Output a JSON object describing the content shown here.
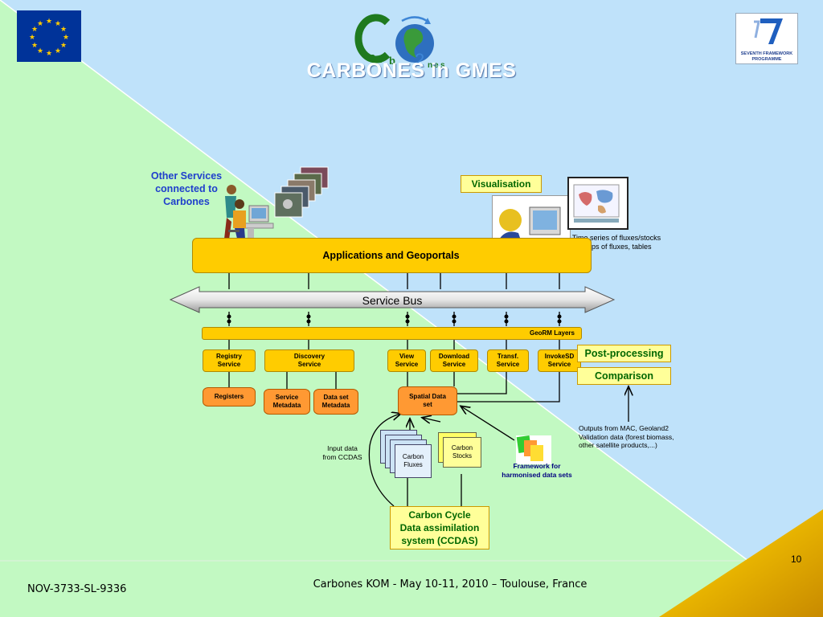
{
  "slide": {
    "title": "CARBONES in GMES",
    "page_number": "10",
    "footer_left": "NOV-3733-SL-9336",
    "footer_center": "Carbones KOM  - May 10-11, 2010 – Toulouse, France"
  },
  "logos": {
    "eu_flag": "eu-flag-icon",
    "carbones": {
      "letters": [
        "a",
        "r",
        "b",
        "2",
        "n",
        "e",
        "s"
      ]
    },
    "fp7": {
      "line1": "SEVENTH FRAMEWORK",
      "line2": "PROGRAMME"
    }
  },
  "diagram": {
    "other_services": "Other Services connected to Carbones",
    "visualisation": "Visualisation",
    "vis_note_1": "Time series of fluxes/stocks",
    "vis_note_2": "Maps of fluxes, tables",
    "applications": "Applications and Geoportals",
    "service_bus": "Service Bus",
    "georm": "GeoRM Layers",
    "services": {
      "registry": [
        "Registry",
        "Service"
      ],
      "discovery": [
        "Discovery",
        "Service"
      ],
      "view": [
        "View",
        "Service"
      ],
      "download": [
        "Download",
        "Service"
      ],
      "transf": [
        "Transf.",
        "Service"
      ],
      "invoke": [
        "InvokeSD",
        "Service"
      ]
    },
    "post_processing": "Post-processing",
    "comparison": "Comparison",
    "stores": {
      "registers": "Registers",
      "service_metadata": [
        "Service",
        "Metadata"
      ],
      "dataset_metadata": [
        "Data set",
        "Metadata"
      ],
      "spatial": [
        "Spatial Data",
        "set"
      ]
    },
    "outputs_note": [
      "Outputs from MAC, Geoland2",
      "Validation data (forest biomass,",
      "other satellite products,...)"
    ],
    "input_data": [
      "Input data",
      "from CCDAS"
    ],
    "carbon_fluxes": [
      "Carbon",
      "Fluxes"
    ],
    "carbon_stocks": [
      "Carbon",
      "Stocks"
    ],
    "framework": [
      "Framework for",
      "harmonised data sets"
    ],
    "ccdas": [
      "Carbon Cycle",
      "Data assimilation",
      "system (CCDAS)"
    ]
  },
  "colors": {
    "background_green": "#c2f9c2",
    "background_blue": "#bfe2fa",
    "box_yellow": "#ffcc00",
    "cylinder_orange": "#ff9933",
    "label_blue": "#1f3fcc",
    "label_green": "#006600"
  }
}
